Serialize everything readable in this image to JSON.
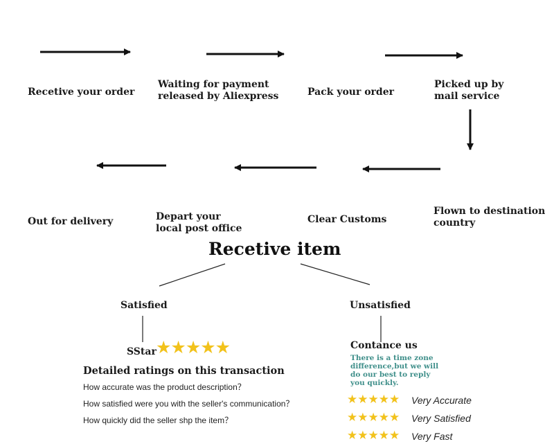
{
  "flow": {
    "steps": [
      "Recetive your order",
      "Waiting for payment\nreleased by Aliexpress",
      "Pack your order",
      "Picked up by\nmail service",
      "Flown to destination\ncountry",
      "Clear Customs",
      "Depart your\nlocal post office",
      "Out for delivery"
    ]
  },
  "result": {
    "title": "Recetive item",
    "satisfied": "Satisfied",
    "unsatisfied": "Unsatisfied"
  },
  "rating": {
    "label": "SStar",
    "stars": "★★★★★",
    "heading": "Detailed ratings on this transaction",
    "questions": [
      "How accurate was the product description？",
      "How satisfied were you with the seller's communication？",
      "How quickly did the seller shp the item？"
    ]
  },
  "contact": {
    "title": "Contance us",
    "note": "There is a time zone\ndifference,but we will\ndo  our best to reply\nyou quickly.",
    "ratings": [
      {
        "stars": "★★★★★",
        "label": "Very Accurate"
      },
      {
        "stars": "★★★★★",
        "label": "Very Satisfied"
      },
      {
        "stars": "★★★★★",
        "label": "Very Fast"
      }
    ]
  },
  "colors": {
    "star": "#f2c21b",
    "note": "#3f8f8a",
    "text": "#1a1a1a"
  }
}
